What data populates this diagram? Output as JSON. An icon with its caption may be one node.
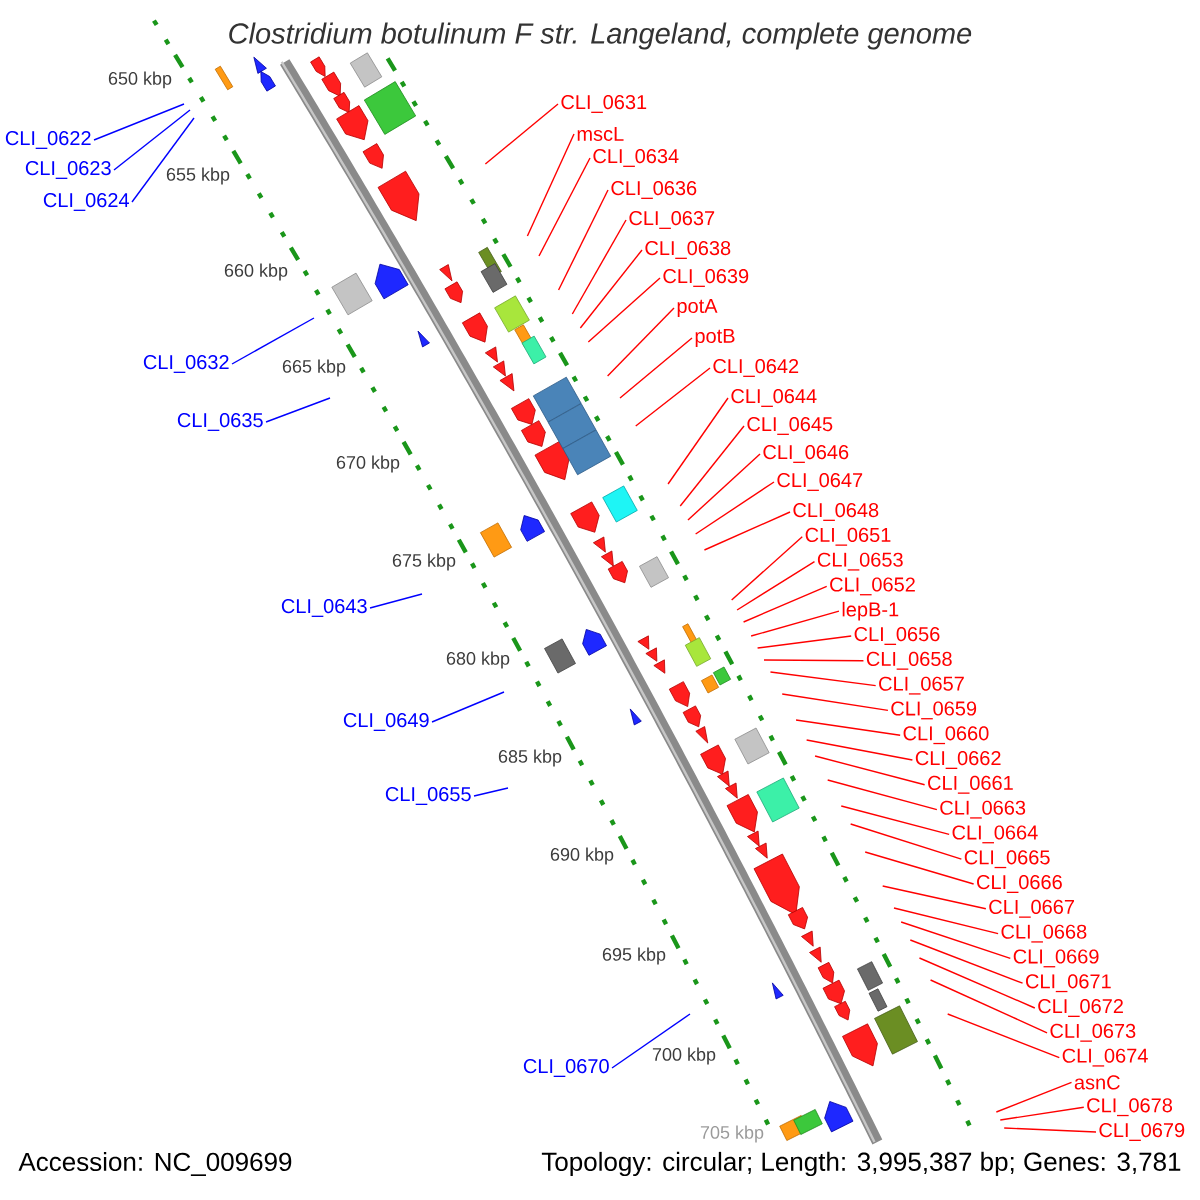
{
  "diagram": {
    "title": "Clostridium botulinum F str. Langeland, complete genome",
    "nodes": [
      {
        "text": [
          "CLI_0631"
        ]
      },
      {
        "text": [
          "mscL"
        ]
      },
      {
        "text": [
          "CLI_0622"
        ]
      },
      {
        "text": [
          "CLI_0634"
        ]
      },
      {
        "text": [
          "CLI_0623"
        ]
      },
      {
        "text": [
          "CLI_0636"
        ]
      },
      {
        "text": [
          "CLI_0624"
        ]
      },
      {
        "text": [
          "CLI_0637"
        ]
      },
      {
        "text": [
          "CLI_0638"
        ]
      },
      {
        "text": [
          "CLI_0639"
        ]
      },
      {
        "text": [
          "potA"
        ]
      },
      {
        "text": [
          "potB"
        ]
      },
      {
        "text": [
          "CLI_0632"
        ]
      },
      {
        "text": [
          "CLI_0642"
        ]
      },
      {
        "text": [
          "CLI_0644"
        ]
      },
      {
        "text": [
          "CLI_0635"
        ]
      },
      {
        "text": [
          "CLI_0645"
        ]
      },
      {
        "text": [
          "CLI_0646"
        ]
      },
      {
        "text": [
          "CLI_0647"
        ]
      },
      {
        "text": [
          "CLI_0648"
        ]
      },
      {
        "text": [
          "CLI_0651"
        ]
      },
      {
        "text": [
          "CLI_0653"
        ]
      },
      {
        "text": [
          "CLI_0652"
        ]
      },
      {
        "text": [
          "CLI_0643"
        ]
      },
      {
        "text": [
          "lepB-1"
        ]
      },
      {
        "text": [
          "CLI_0656"
        ]
      },
      {
        "text": [
          "CLI_0658"
        ]
      },
      {
        "text": [
          "CLI_0657"
        ]
      },
      {
        "text": [
          "CLI_0659"
        ]
      },
      {
        "text": [
          "CLI_0649"
        ]
      },
      {
        "text": [
          "CLI_0660"
        ]
      },
      {
        "text": [
          "CLI_0662"
        ]
      },
      {
        "text": [
          "CLI_0661"
        ]
      },
      {
        "text": [
          "CLI_0655"
        ]
      },
      {
        "text": [
          "CLI_0663"
        ]
      },
      {
        "text": [
          "CLI_0664"
        ]
      },
      {
        "text": [
          "CLI_0665"
        ]
      },
      {
        "text": [
          "CLI_0666"
        ]
      },
      {
        "text": [
          "CLI_0667"
        ]
      },
      {
        "text": [
          "CLI_0668"
        ]
      },
      {
        "text": [
          "CLI_0669"
        ]
      },
      {
        "text": [
          "CLI_0671"
        ]
      },
      {
        "text": [
          "CLI_0672"
        ]
      },
      {
        "text": [
          "CLI_0673"
        ]
      },
      {
        "text": [
          "CLI_0674"
        ]
      },
      {
        "text": [
          "CLI_0670"
        ]
      },
      {
        "text": [
          "asnC"
        ]
      },
      {
        "text": [
          "CLI_0678"
        ]
      },
      {
        "text": [
          "CLI_0679"
        ]
      }
    ],
    "edges": [
      {
        "from": 0,
        "to": null,
        "arrow": "none"
      },
      {
        "from": 1,
        "to": null,
        "arrow": "none"
      },
      {
        "from": 2,
        "to": null,
        "arrow": "none",
        "color": "#0000ff"
      },
      {
        "from": 3,
        "to": null,
        "arrow": "none"
      },
      {
        "from": 4,
        "to": null,
        "arrow": "none",
        "color": "#0000ff"
      },
      {
        "from": 5,
        "to": null,
        "arrow": "none"
      },
      {
        "from": 6,
        "to": null,
        "arrow": "none",
        "color": "#0000ff"
      },
      {
        "from": 7,
        "to": null,
        "arrow": "none"
      },
      {
        "from": 8,
        "to": null,
        "arrow": "none"
      },
      {
        "from": 9,
        "to": null,
        "arrow": "none"
      },
      {
        "from": 10,
        "to": null,
        "arrow": "none"
      },
      {
        "from": 11,
        "to": null,
        "arrow": "none"
      },
      {
        "from": 12,
        "to": null,
        "arrow": "none",
        "color": "#0000ff"
      },
      {
        "from": 13,
        "to": null,
        "arrow": "none"
      },
      {
        "from": 14,
        "to": null,
        "arrow": "none"
      },
      {
        "from": 15,
        "to": null,
        "arrow": "none",
        "color": "#0000ff"
      },
      {
        "from": 16,
        "to": null,
        "arrow": "none"
      },
      {
        "from": 17,
        "to": null,
        "arrow": "none"
      },
      {
        "from": 18,
        "to": null,
        "arrow": "none"
      },
      {
        "from": 19,
        "to": null,
        "arrow": "none"
      },
      {
        "from": 20,
        "to": null,
        "arrow": "none"
      },
      {
        "from": 21,
        "to": null,
        "arrow": "none"
      },
      {
        "from": 22,
        "to": null,
        "arrow": "none"
      },
      {
        "from": 23,
        "to": null,
        "arrow": "none",
        "color": "#0000ff"
      },
      {
        "from": 24,
        "to": null,
        "arrow": "none"
      },
      {
        "from": 25,
        "to": null,
        "arrow": "none"
      },
      {
        "from": 26,
        "to": null,
        "arrow": "none"
      },
      {
        "from": 27,
        "to": null,
        "arrow": "none"
      },
      {
        "from": 28,
        "to": null,
        "arrow": "none"
      },
      {
        "from": 29,
        "to": null,
        "arrow": "none",
        "color": "#0000ff"
      },
      {
        "from": 30,
        "to": null,
        "arrow": "none"
      },
      {
        "from": 31,
        "to": null,
        "arrow": "none"
      },
      {
        "from": 32,
        "to": null,
        "arrow": "none"
      },
      {
        "from": 33,
        "to": null,
        "arrow": "none",
        "color": "#0000ff"
      },
      {
        "from": 34,
        "to": null,
        "arrow": "none"
      },
      {
        "from": 35,
        "to": null,
        "arrow": "none"
      },
      {
        "from": 36,
        "to": null,
        "arrow": "none"
      },
      {
        "from": 37,
        "to": null,
        "arrow": "none"
      },
      {
        "from": 38,
        "to": null,
        "arrow": "none"
      },
      {
        "from": 39,
        "to": null,
        "arrow": "none"
      },
      {
        "from": 40,
        "to": null,
        "arrow": "none"
      },
      {
        "from": 41,
        "to": null,
        "arrow": "none"
      },
      {
        "from": 42,
        "to": null,
        "arrow": "none"
      },
      {
        "from": 43,
        "to": null,
        "arrow": "none"
      },
      {
        "from": 44,
        "to": null,
        "arrow": "none"
      },
      {
        "from": 45,
        "to": null,
        "arrow": "none",
        "color": "#0000ff"
      },
      {
        "from": 46,
        "to": null,
        "arrow": "none"
      },
      {
        "from": 47,
        "to": null,
        "arrow": "none"
      },
      {
        "from": 48,
        "to": null,
        "arrow": "none"
      }
    ],
    "labels": [
      "650 kbp",
      "655 kbp",
      "660 kbp",
      "665 kbp",
      "670 kbp",
      "675 kbp",
      "680 kbp",
      "685 kbp",
      "690 kbp",
      "695 kbp",
      "700 kbp",
      "705 kbp",
      "Accession: NC_009699",
      "Topology: circular; Length: 3,995,387 bp; Genes: 3,781"
    ]
  }
}
